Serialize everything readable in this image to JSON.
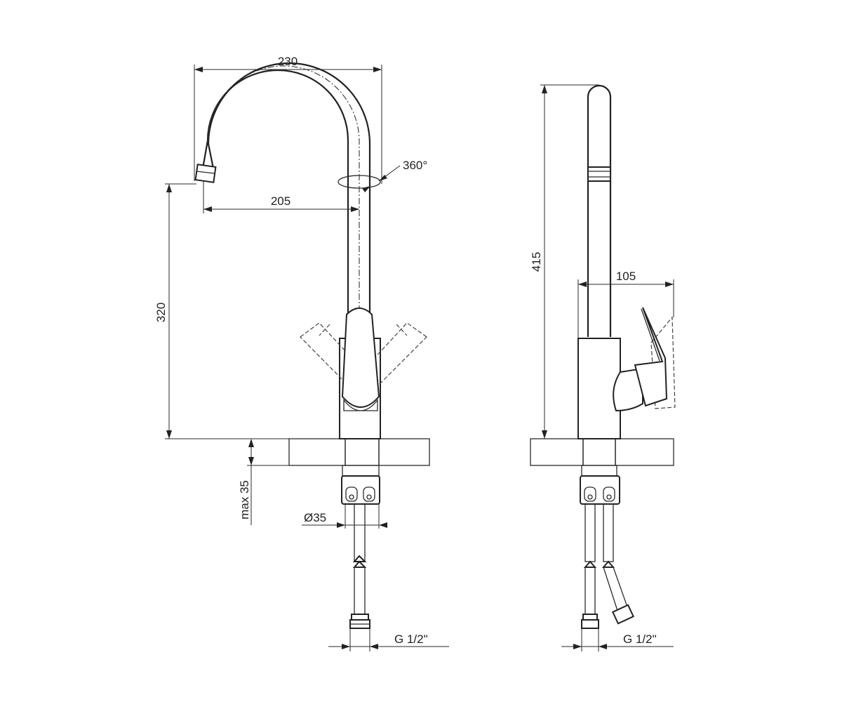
{
  "front_view": {
    "dimensions": {
      "width_top": "230",
      "spout_reach": "205",
      "spout_height": "320",
      "rotation": "360°",
      "max_thickness": "max 35",
      "hole_diameter": "Ø35",
      "connector_thread": "G 1/2\""
    }
  },
  "side_view": {
    "dimensions": {
      "total_height": "415",
      "handle_depth": "105",
      "connector_thread": "G 1/2\""
    }
  },
  "colors": {
    "line": "#222222",
    "background": "#ffffff"
  }
}
